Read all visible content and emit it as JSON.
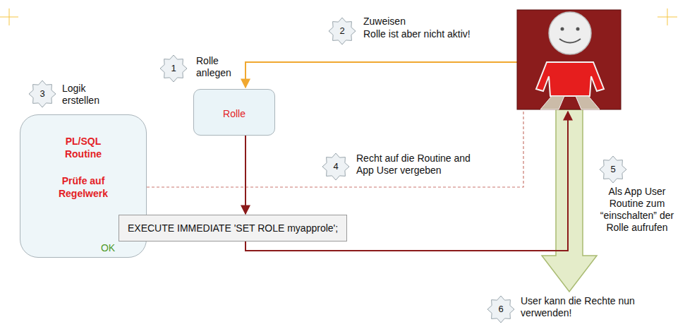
{
  "diagram": {
    "nodes": [
      {
        "text": [
          "Rolle"
        ]
      },
      {
        "text": [
          "PL/SQL Routine",
          "Prüfe auf Regelwerk"
        ]
      },
      {
        "text": [
          "EXECUTE IMMEDIATE 'SET ROLE myapprole';"
        ]
      }
    ],
    "edges": [
      {
        "from": 0,
        "to": 2,
        "arrow": "to"
      }
    ],
    "labels": [
      "1",
      "Rolle anlegen",
      "2",
      "Zuweisen",
      "Rolle ist aber nicht aktiv!",
      "3",
      "Logik erstellen",
      "4",
      "Recht auf die Routine and App User vergeben",
      "5",
      "Als App User Routine zum “einschalten” der Rolle aufrufen",
      "6",
      "User kann die Rechte nun verwenden!",
      "OK"
    ]
  }
}
